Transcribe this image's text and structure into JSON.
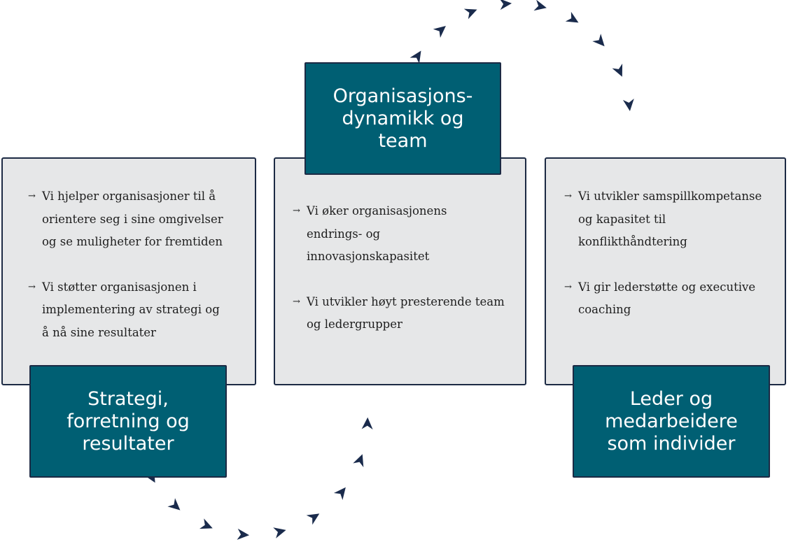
{
  "colors": {
    "panel_fill": "#e6e7e8",
    "title_fill": "#005f73",
    "outline": "#1c2a44",
    "cycle_arrows": "#1a2b4c",
    "text": "#1e1e1e"
  },
  "bullet_icon": "right-arrow-icon",
  "cycle_icon": "triangle-arrowhead-icon",
  "panels": [
    {
      "title_lines": [
        "Strategi,",
        "forretning og",
        "resultater"
      ],
      "bullets": [
        {
          "lines": [
            "Vi hjelper organisasjoner til å",
            "orientere seg i sine omgivelser",
            "og se muligheter for fremtiden"
          ]
        },
        {
          "lines": [
            "Vi støtter organisasjonen i",
            "implementering av strategi og",
            "å nå sine resultater"
          ]
        }
      ]
    },
    {
      "title_lines": [
        "Organisasjons-",
        "dynamikk og",
        "team"
      ],
      "bullets": [
        {
          "lines": [
            "Vi øker organisasjonens",
            "endrings- og",
            "innovasjonskapasitet"
          ]
        },
        {
          "lines": [
            "Vi utvikler høyt presterende team",
            "og ledergrupper"
          ]
        }
      ]
    },
    {
      "title_lines": [
        "Leder og",
        "medarbeidere",
        "som individer"
      ],
      "bullets": [
        {
          "lines": [
            "Vi utvikler samspillkompetanse",
            "og kapasitet til",
            "konflikthåndtering"
          ]
        },
        {
          "lines": [
            "Vi gir lederstøtte og executive",
            "coaching"
          ]
        }
      ]
    }
  ]
}
